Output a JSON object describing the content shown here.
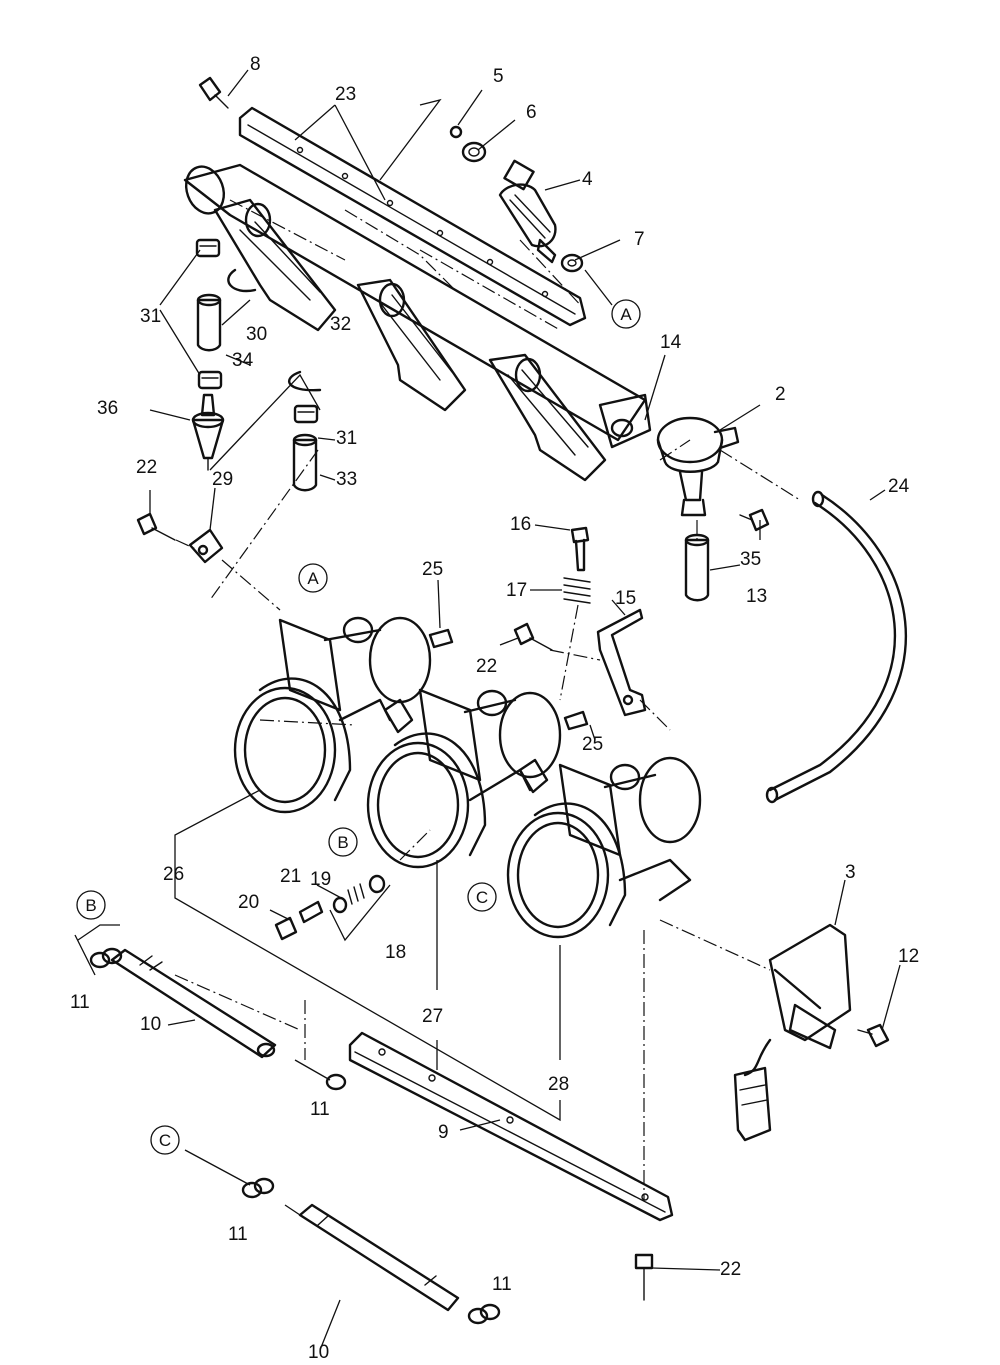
{
  "labels": {
    "l2": "2",
    "l3": "3",
    "l4": "4",
    "l5": "5",
    "l6": "6",
    "l7": "7",
    "l8": "8",
    "l9": "9",
    "l10a": "10",
    "l10b": "10",
    "l11a": "11",
    "l11b": "11",
    "l11c": "11",
    "l11d": "11",
    "l12": "12",
    "l13": "13",
    "l14": "14",
    "l15": "15",
    "l16": "16",
    "l17": "17",
    "l18": "18",
    "l19": "19",
    "l20": "20",
    "l21": "21",
    "l22a": "22",
    "l22b": "22",
    "l22c": "22",
    "l23": "23",
    "l24": "24",
    "l25a": "25",
    "l25b": "25",
    "l26": "26",
    "l27": "27",
    "l28": "28",
    "l29": "29",
    "l30": "30",
    "l31a": "31",
    "l31b": "31",
    "l32": "32",
    "l33": "33",
    "l34": "34",
    "l35": "35",
    "l36": "36"
  },
  "refs": {
    "a1": "A",
    "a2": "A",
    "b1": "B",
    "b2": "B",
    "c1": "C",
    "c2": "C"
  }
}
